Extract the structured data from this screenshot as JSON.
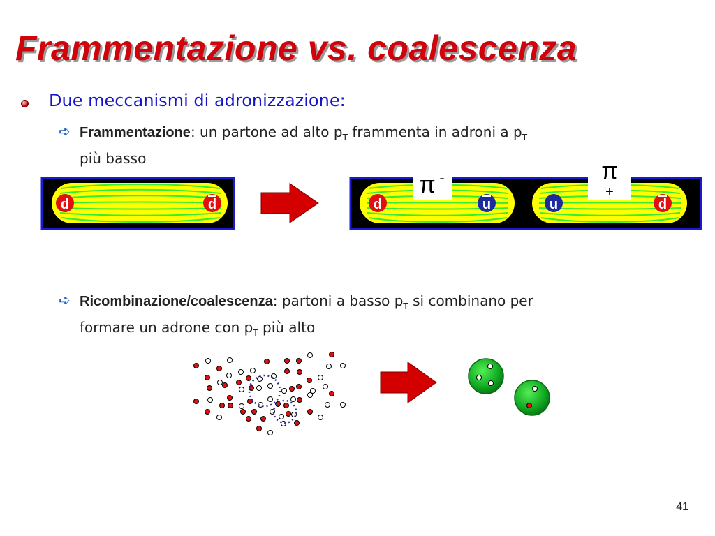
{
  "slide": {
    "title": "Frammentazione vs. coalescenza",
    "bullet": "Due meccanismi di adronizzazione:",
    "frag": {
      "label": "Frammentazione",
      "text1": ": un partone ad alto p",
      "sub1": "T",
      "text2": " frammenta in adroni a p",
      "sub2": "T",
      "text3": "più basso"
    },
    "coal": {
      "label": "Ricombinazione/coalescenza",
      "text1": ": partoni a basso p",
      "sub1": "T",
      "text2": " si combinano per",
      "text3": "formare un adrone con p",
      "sub3": "T",
      "text4": " più alto"
    },
    "page_number": "41"
  },
  "diagram": {
    "quark_d": "d",
    "quark_dbar": "d",
    "quark_u": "u",
    "quark_ubar": "u",
    "pion_minus": "π",
    "pion_minus_sign": "-",
    "pion_plus": "π",
    "pion_plus_sign": "+",
    "colors": {
      "tube_yellow": "#ffff00",
      "field_green": "#33ee33",
      "frame_blue": "#1a1acc",
      "quark_red": "#e01010",
      "quark_blue": "#1c2c9c",
      "arrow_red": "#d40000",
      "hadron_green": "#11aa22"
    }
  }
}
